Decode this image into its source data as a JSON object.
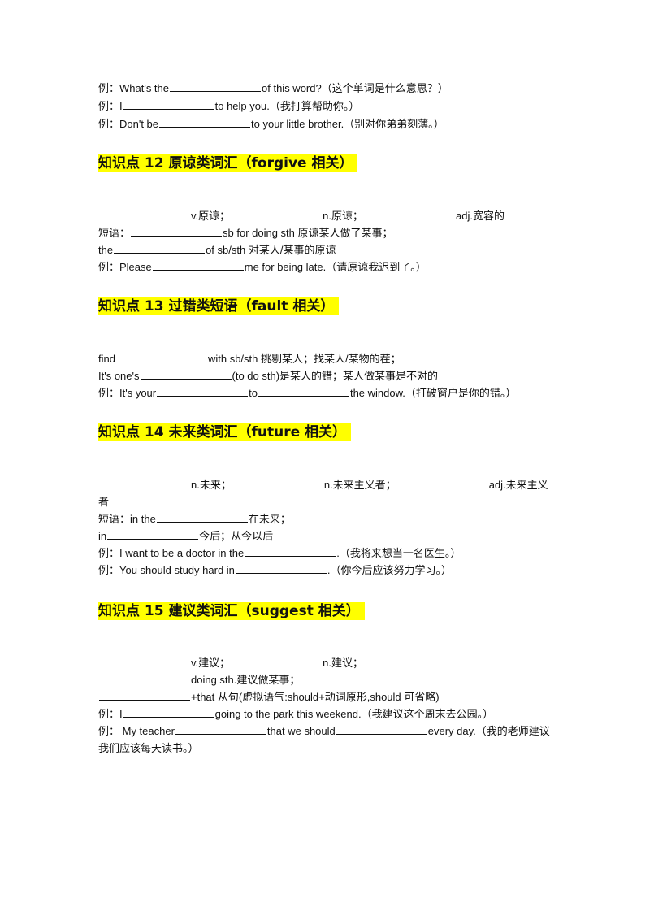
{
  "intro": {
    "ex1": {
      "pre": "例：What's the",
      "post": "of this word?（这个单词是什么意思？）"
    },
    "ex2": {
      "pre": "例：I",
      "post": "to help you.（我打算帮助你。）"
    },
    "ex3": {
      "pre": "例：Don't be",
      "post": "to your little brother.（别对你弟弟刻薄。）"
    }
  },
  "s12": {
    "title": "知识点 12 原谅类词汇（forgive 相关）",
    "l1": {
      "a": "v.原谅；",
      "b": "n.原谅；",
      "c": "adj.宽容的"
    },
    "l2": {
      "pre": "短语：",
      "post": "sb for doing sth 原谅某人做了某事；"
    },
    "l3": {
      "pre": "the",
      "post": "of sb/sth 对某人/某事的原谅"
    },
    "l4": {
      "pre": "例：Please",
      "post": "me for being late.（请原谅我迟到了。）"
    }
  },
  "s13": {
    "title": "知识点 13 过错类短语（fault 相关）",
    "l1": {
      "pre": "find",
      "post": "with sb/sth 挑剔某人；找某人/某物的茬；"
    },
    "l2": {
      "pre": "It's one's",
      "post": "(to do sth)是某人的错；某人做某事是不对的"
    },
    "l3": {
      "pre": "例：It's your",
      "mid": "to",
      "post": "the window.（打破窗户是你的错。）"
    }
  },
  "s14": {
    "title": "知识点 14 未来类词汇（future 相关）",
    "l1": {
      "a": "n.未来；",
      "b": "n.未来主义者；",
      "c": "adj.未来主义者"
    },
    "l2": {
      "pre": "短语：in the",
      "post": "在未来；"
    },
    "l3": {
      "pre": "in",
      "post": "今后；从今以后"
    },
    "l4": {
      "pre": "例：I want to be a doctor in the",
      "post": ".（我将来想当一名医生。）"
    },
    "l5": {
      "pre": "例：You should study hard in",
      "post": ".（你今后应该努力学习。）"
    }
  },
  "s15": {
    "title": "知识点 15 建议类词汇（suggest 相关）",
    "l1": {
      "a": "v.建议；",
      "b": "n.建议；"
    },
    "l2": {
      "post": "doing sth.建议做某事；"
    },
    "l3": {
      "post": "+that 从句(虚拟语气:should+动词原形,should 可省略)"
    },
    "l4": {
      "pre": "例：I",
      "post": "going to the park this weekend.（我建议这个周末去公园。）"
    },
    "l5": {
      "pre": "例： My teacher",
      "mid": "that we should",
      "post": "every day.（我的老师建议我们应该每天读书。）"
    }
  }
}
